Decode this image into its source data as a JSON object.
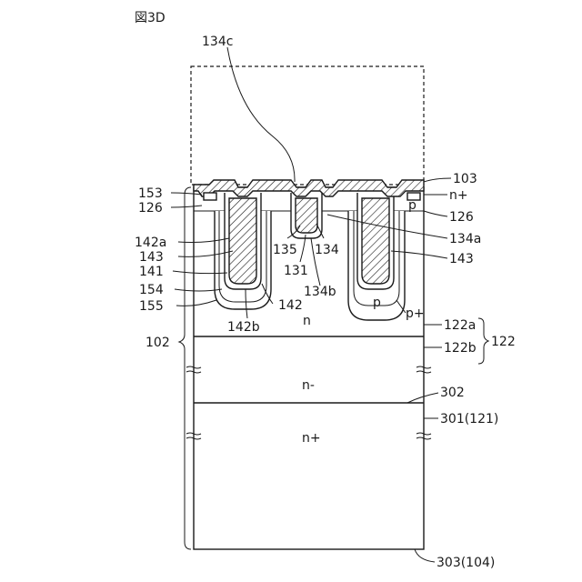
{
  "figure": {
    "title": "図3D"
  },
  "labels": {
    "l134c": "134c",
    "l103": "103",
    "l153": "153",
    "l126_left": "126",
    "lnplus_top": "n+",
    "lp_right": "p",
    "l126_right": "126",
    "l142a": "142a",
    "l143_left": "143",
    "l141": "141",
    "l154": "154",
    "l155": "155",
    "l135": "135",
    "l134": "134",
    "l134a": "134a",
    "l131": "131",
    "l143_right": "143",
    "l134b": "134b",
    "l142": "142",
    "l142b": "142b",
    "lp_well": "p",
    "lpplus": "p+",
    "ln_region": "n",
    "l122a": "122a",
    "l122": "122",
    "l122b": "122b",
    "l102": "102",
    "lnminus": "n-",
    "l302": "302",
    "l301": "301(121)",
    "lnplus_sub": "n+",
    "l303": "303(104)"
  }
}
